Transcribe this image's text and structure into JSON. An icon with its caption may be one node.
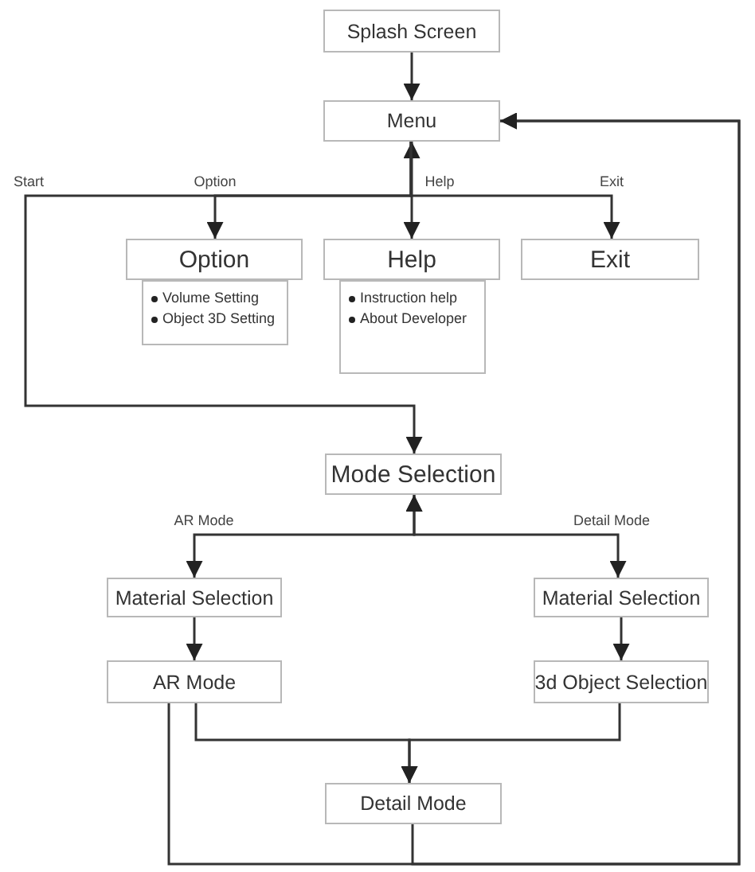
{
  "diagram": {
    "nodes": [
      {
        "text": [
          "Splash Screen"
        ]
      },
      {
        "text": [
          "Menu"
        ]
      },
      {
        "text": [
          "Option"
        ]
      },
      {
        "text": [
          "Volume Setting",
          "Object 3D Setting"
        ]
      },
      {
        "text": [
          "Help"
        ]
      },
      {
        "text": [
          "Instruction help",
          "About Developer"
        ]
      },
      {
        "text": [
          "Exit"
        ]
      },
      {
        "text": [
          "Mode Selection"
        ]
      },
      {
        "text": [
          "Material Selection"
        ]
      },
      {
        "text": [
          "AR Mode"
        ]
      },
      {
        "text": [
          "Material Selection"
        ]
      },
      {
        "text": [
          "3d Object Selection"
        ]
      },
      {
        "text": [
          "Detail Mode"
        ]
      }
    ],
    "edges": [
      {
        "from": 0,
        "to": 1,
        "arrow": "to"
      },
      {
        "from": 1,
        "to": 2,
        "arrow": "to",
        "label": "Option"
      },
      {
        "from": 1,
        "to": 4,
        "arrow": "both",
        "label": "Help"
      },
      {
        "from": 1,
        "to": 6,
        "arrow": "to",
        "label": "Exit"
      },
      {
        "from": 1,
        "to": 7,
        "arrow": "to",
        "label": "Start"
      },
      {
        "from": 7,
        "to": 8,
        "arrow": "both",
        "label": "AR Mode"
      },
      {
        "from": 7,
        "to": 10,
        "arrow": "both",
        "label": "Detail Mode"
      },
      {
        "from": 8,
        "to": 9,
        "arrow": "to"
      },
      {
        "from": 10,
        "to": 11,
        "arrow": "to"
      },
      {
        "from": 9,
        "to": 12,
        "arrow": "to"
      },
      {
        "from": 11,
        "to": 12,
        "arrow": "to"
      },
      {
        "from": 12,
        "to": 1,
        "arrow": "to"
      },
      {
        "from": 9,
        "to": 1,
        "arrow": "to"
      }
    ]
  }
}
